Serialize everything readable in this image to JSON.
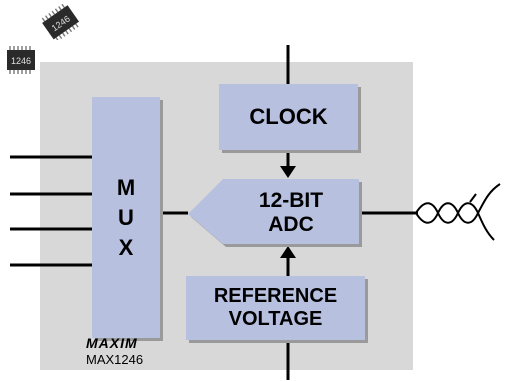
{
  "diagram": {
    "mux_label": "M\nU\nX",
    "clock_label": "CLOCK",
    "adc_label": "12-BIT\nADC",
    "reference_label": "REFERENCE\nVOLTAGE",
    "brand_logo_text": "MAXIM",
    "part_number": "MAX1246",
    "chip_marking": "1246",
    "colors": {
      "block_fill": "#b8c0e0",
      "chip_background": "#d8d8d8",
      "line": "#000000",
      "shadow": "#9a9a9a"
    },
    "icons": [
      "chip-package-icon",
      "chip-package-icon",
      "twisted-pair-cable-icon"
    ]
  }
}
